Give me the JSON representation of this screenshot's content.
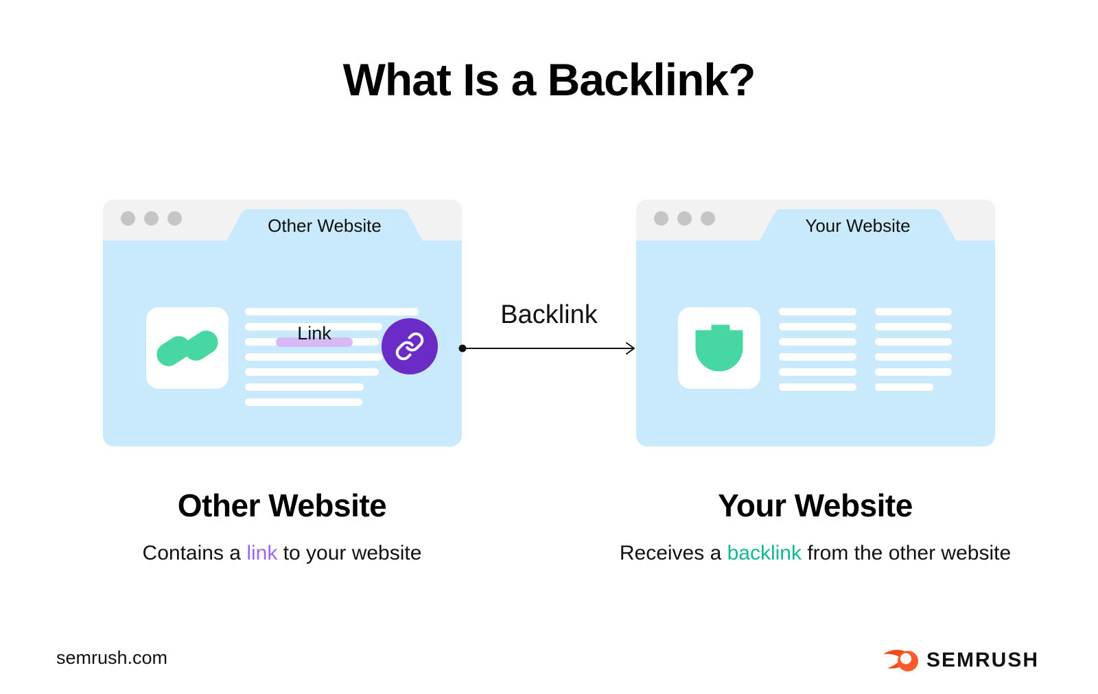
{
  "title": "What Is a Backlink?",
  "left_window": {
    "tab_label": "Other Website",
    "link_label": "Link",
    "caption": {
      "heading": "Other Website",
      "text_before": "Contains a ",
      "highlight": "link",
      "text_after": " to your website"
    }
  },
  "right_window": {
    "tab_label": "Your Website",
    "caption": {
      "heading": "Your Website",
      "text_before": "Receives a ",
      "highlight": "backlink",
      "text_after": " from the other website"
    }
  },
  "connector": {
    "label": "Backlink"
  },
  "footer": {
    "site": "semrush.com",
    "brand": "SEMRUSH"
  },
  "colors": {
    "window_blue": "#c9e9fd",
    "chrome_gray": "#f2f2f2",
    "logo_green": "#47d7a2",
    "badge_purple": "#6a2bc7",
    "link_highlight_pill": "#d7b9f6",
    "link_word_purple": "#9a66fa",
    "backlink_word_green": "#10b894",
    "brand_orange": "#ff5b2a"
  }
}
